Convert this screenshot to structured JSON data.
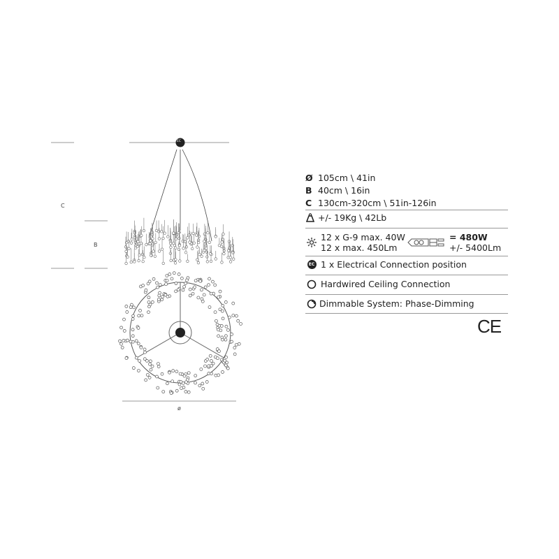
{
  "drawing": {
    "dim_c": "C",
    "dim_b": "B",
    "dim_diameter": "ø",
    "ec_badge": "EC"
  },
  "specs": {
    "diameter_key": "Ø",
    "diameter": "105cm \\ 41in",
    "height_key": "B",
    "height": "40cm \\ 16in",
    "length_key": "C",
    "length": "130cm-320cm \\ 51in-126in",
    "weight": "+/- 19Kg \\ 42Lb",
    "bulbs_line1": "12 x G-9 max. 40W",
    "bulbs_line2": "12 x max. 450Lm",
    "total_watt": "= 480W",
    "total_lumen": "+/- 5400Lm",
    "ec_badge": "EC",
    "electrical": "1 x Electrical Connection position",
    "hardwired": "Hardwired Ceiling Connection",
    "dimmable": "Dimmable System: Phase-Dimming",
    "ce_mark": "CE"
  }
}
